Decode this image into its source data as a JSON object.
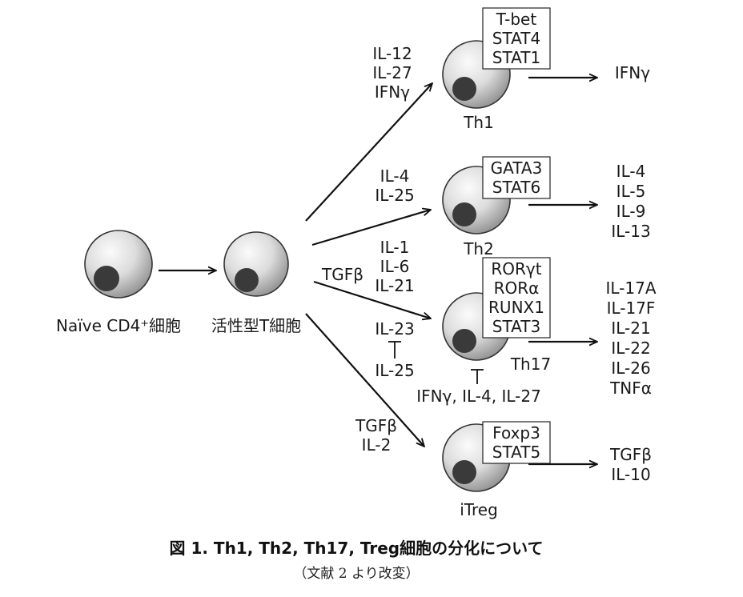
{
  "cells": {
    "naive": {
      "label": "Naïve CD4⁺細胞"
    },
    "activated": {
      "label": "活性型T細胞"
    },
    "th1": {
      "name": "Th1",
      "tfs": [
        "T-bet",
        "STAT4",
        "STAT1"
      ],
      "inducers": [
        "IL-12",
        "IL-27",
        "IFNγ"
      ],
      "outputs": [
        "IFNγ"
      ]
    },
    "th2": {
      "name": "Th2",
      "tfs": [
        "GATA3",
        "STAT6"
      ],
      "inducers": [
        "IL-4",
        "IL-25"
      ],
      "outputs": [
        "IL-4",
        "IL-5",
        "IL-9",
        "IL-13"
      ]
    },
    "th17": {
      "name": "Th17",
      "tfs": [
        "RORγt",
        "RORα",
        "RUNX1",
        "STAT3"
      ],
      "inducers_left": "TGFβ",
      "inducers": [
        "IL-1",
        "IL-6",
        "IL-21"
      ],
      "inhibitor_top": "IL-23",
      "inhibitor_bottom": "IL-25",
      "inhibitors_below": "IFNγ, IL-4, IL-27",
      "outputs": [
        "IL-17A",
        "IL-17F",
        "IL-21",
        "IL-22",
        "IL-26",
        "TNFα"
      ]
    },
    "itreg": {
      "name": "iTreg",
      "tfs": [
        "Foxp3",
        "STAT5"
      ],
      "inducers": [
        "TGFβ",
        "IL-2"
      ],
      "outputs": [
        "TGFβ",
        "IL-10"
      ]
    }
  },
  "caption": {
    "title": "図 1.  Th1, Th2, Th17, Treg細胞の分化について",
    "source": "（文献 2 より改変）"
  }
}
